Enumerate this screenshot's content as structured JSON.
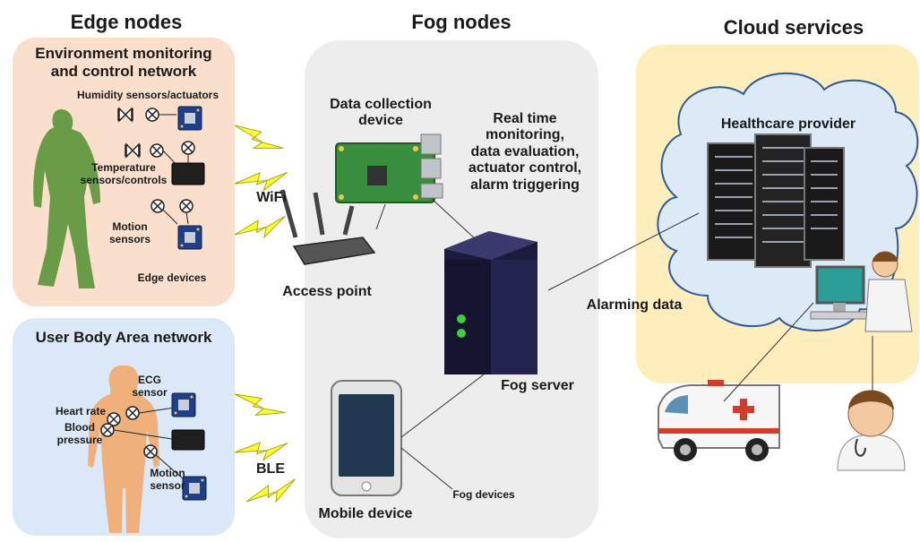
{
  "headers": {
    "edge": "Edge nodes",
    "fog": "Fog nodes",
    "cloud": "Cloud services"
  },
  "edge": {
    "env_network_title": "Environment monitoring\nand control network",
    "humidity": "Humidity sensors/actuators",
    "temperature": "Temperature\nsensors/controls",
    "motion": "Motion\nsensors",
    "edge_devices": "Edge devices",
    "body_network_title": "User Body Area network",
    "ecg": "ECG\nsensor",
    "heart_rate": "Heart rate",
    "blood_pressure": "Blood\npressure",
    "motion_sensor": "Motion\nsensor"
  },
  "links": {
    "wifi": "WiFi",
    "ble": "BLE"
  },
  "fog": {
    "data_collection": "Data collection\ndevice",
    "functions": "Real time\nmonitoring,\ndata evaluation,\nactuator control,\nalarm triggering",
    "access_point": "Access point",
    "fog_server": "Fog server",
    "mobile_device": "Mobile device",
    "fog_devices": "Fog devices"
  },
  "cloud": {
    "healthcare_provider": "Healthcare provider",
    "alarming_data": "Alarming data"
  },
  "colors": {
    "edge_env_bg": "#fbdfcd",
    "body_bg": "#dae8f7",
    "fog_bg": "#ededed",
    "cloud_bg": "#fdeebb",
    "cloud_fill": "#dce9f6",
    "lightning": "#ffff33",
    "human_green": "#6a9c48",
    "human_skin": "#f0b07c"
  }
}
